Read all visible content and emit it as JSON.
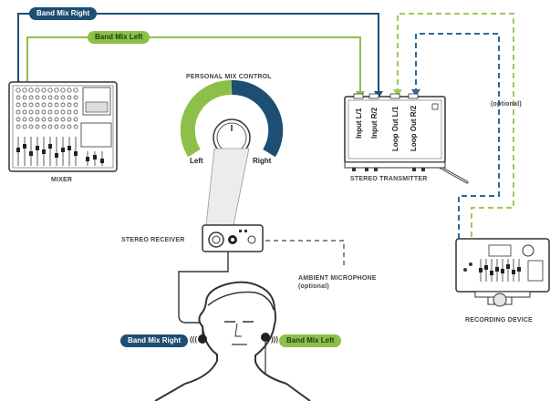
{
  "labels": {
    "band_mix_right_top": "Band Mix Right",
    "band_mix_left_top": "Band Mix Left",
    "personal_mix_control": "PERSONAL MIX CONTROL",
    "knob_left": "Left",
    "knob_right": "Right",
    "mixer": "MIXER",
    "stereo_transmitter": "STEREO TRANSMITTER",
    "stereo_receiver": "STEREO RECEIVER",
    "ambient_microphone": "AMBIENT MICROPHONE",
    "ambient_optional": "(optional)",
    "optional_right": "(optional)",
    "recording_device": "RECORDING DEVICE",
    "band_mix_right_bottom": "Band Mix Right",
    "band_mix_left_bottom": "Band Mix Left",
    "input_l1": "Input L/1",
    "input_r2": "Input R/2",
    "loop_out_l1": "Loop Out L/1",
    "loop_out_r2": "Loop Out R/2",
    "waves_left": "(((",
    "waves_right": ")))"
  },
  "colors": {
    "blue": "#1d4e73",
    "green": "#8dc04a",
    "dash_blue": "#2b6a9a",
    "dash_green": "#9ccc5a",
    "gray": "#777777"
  }
}
